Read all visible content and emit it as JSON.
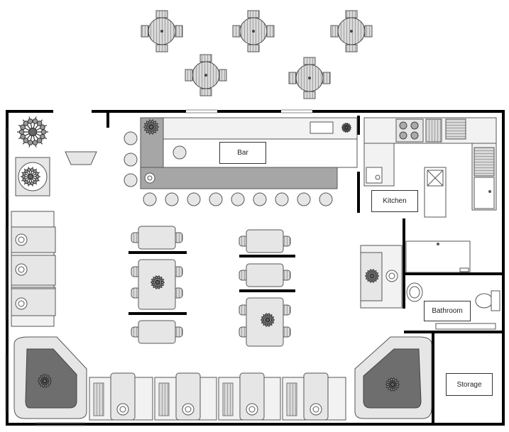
{
  "labels": {
    "bar": "Bar",
    "kitchen": "Kitchen",
    "bathroom": "Bathroom",
    "storage": "Storage"
  },
  "colors": {
    "wall": "#000000",
    "furniture_fill": "#e6e6e6",
    "furniture_dark": "#a6a6a6",
    "booth_dark": "#6e6e6e",
    "stroke": "#555555"
  }
}
